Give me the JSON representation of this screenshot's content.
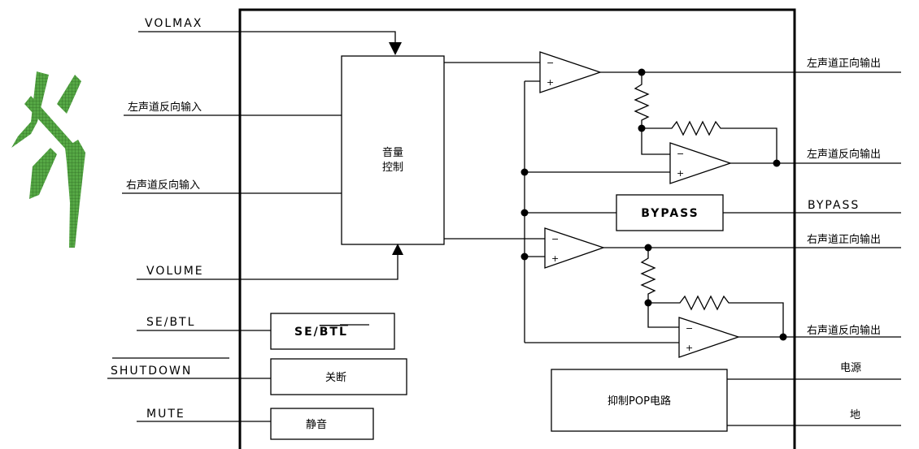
{
  "inputs": {
    "volmax": "VOLMAX",
    "left_inv_in": "左声道反向输入",
    "right_inv_in": "右声道反向输入",
    "volume": "VOLUME",
    "se_btl": "SE/BTL",
    "shutdown": "SHUTDOWN",
    "mute": "MUTE"
  },
  "outputs": {
    "left_pos_out": "左声道正向输出",
    "left_neg_out": "左声道反向输出",
    "bypass": "BYPASS",
    "right_pos_out": "右声道正向输出",
    "right_neg_out": "右声道反向输出",
    "power": "电源",
    "ground": "地"
  },
  "blocks": {
    "volume_control_line1": "音量",
    "volume_control_line2": "控制",
    "bypass": "BYPASS",
    "se_btl_se": "SE/",
    "se_btl_btl": "BTL",
    "shutdown": "关断",
    "mute": "静音",
    "pop_suppress": "抑制POP电路"
  },
  "opamp": {
    "minus": "−",
    "plus": "+"
  },
  "colors": {
    "line": "#000000",
    "logo_green": "#4a9a3a",
    "logo_grid": "#2f6e25"
  }
}
